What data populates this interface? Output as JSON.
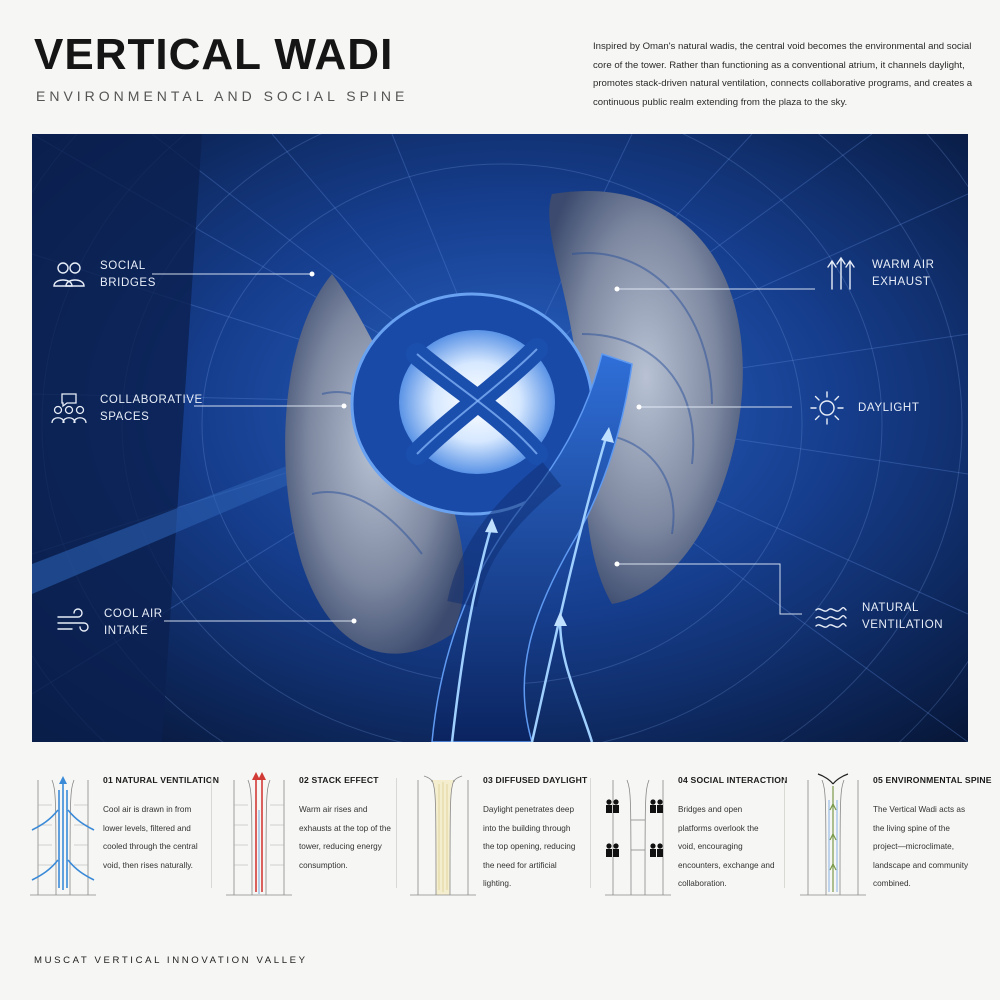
{
  "header": {
    "title": "VERTICAL WADI",
    "subtitle": "ENVIRONMENTAL AND SOCIAL SPINE",
    "intro": "Inspired by Oman's natural wadis, the central void becomes the environmental and social core of the tower. Rather than functioning as a conventional atrium, it channels daylight, promotes stack-driven natural ventilation, connects collaborative programs, and creates a continuous public realm extending from the plaza to the sky."
  },
  "callouts": {
    "social_bridges": {
      "label": "SOCIAL\nBRIDGES",
      "icon": "people-icon"
    },
    "collaborative_spaces": {
      "label": "COLLABORATIVE\nSPACES",
      "icon": "group-discussion-icon"
    },
    "cool_air_intake": {
      "label": "COOL AIR\nINTAKE",
      "icon": "wind-icon"
    },
    "warm_air_exhaust": {
      "label": "WARM AIR\nEXHAUST",
      "icon": "up-arrows-icon"
    },
    "daylight": {
      "label": "DAYLIGHT",
      "icon": "sun-icon"
    },
    "natural_ventilation": {
      "label": "NATURAL\nVENTILATION",
      "icon": "waves-icon"
    }
  },
  "panels": [
    {
      "title": "01 NATURAL VENTILATION",
      "text": "Cool air is drawn in from lower levels, filtered and cooled through the central void, then rises naturally.",
      "accent": "#3a8ad8"
    },
    {
      "title": "02 STACK EFFECT",
      "text": "Warm air rises and exhausts at the top of the tower, reducing energy consumption.",
      "accent": "#d23a36"
    },
    {
      "title": "03 DIFFUSED DAYLIGHT",
      "text": "Daylight penetrates deep into the building through the top opening, reducing the need for artificial lighting.",
      "accent": "#e8d9a0"
    },
    {
      "title": "04 SOCIAL INTERACTION",
      "text": "Bridges and open platforms overlook the void, encouraging encounters, exchange and collaboration.",
      "accent": "#111111"
    },
    {
      "title": "05 ENVIRONMENTAL SPINE",
      "text": "The Vertical Wadi acts as the living spine of the project—microclimate, landscape and community combined.",
      "accent": "#7a9a4a"
    }
  ],
  "footer": {
    "text": "MUSCAT VERTICAL INNOVATION VALLEY"
  },
  "colors": {
    "hero_dark": "#071638",
    "hero_mid": "#1d4fa8",
    "glow": "#cfe4ff",
    "line": "#e6eef9"
  }
}
